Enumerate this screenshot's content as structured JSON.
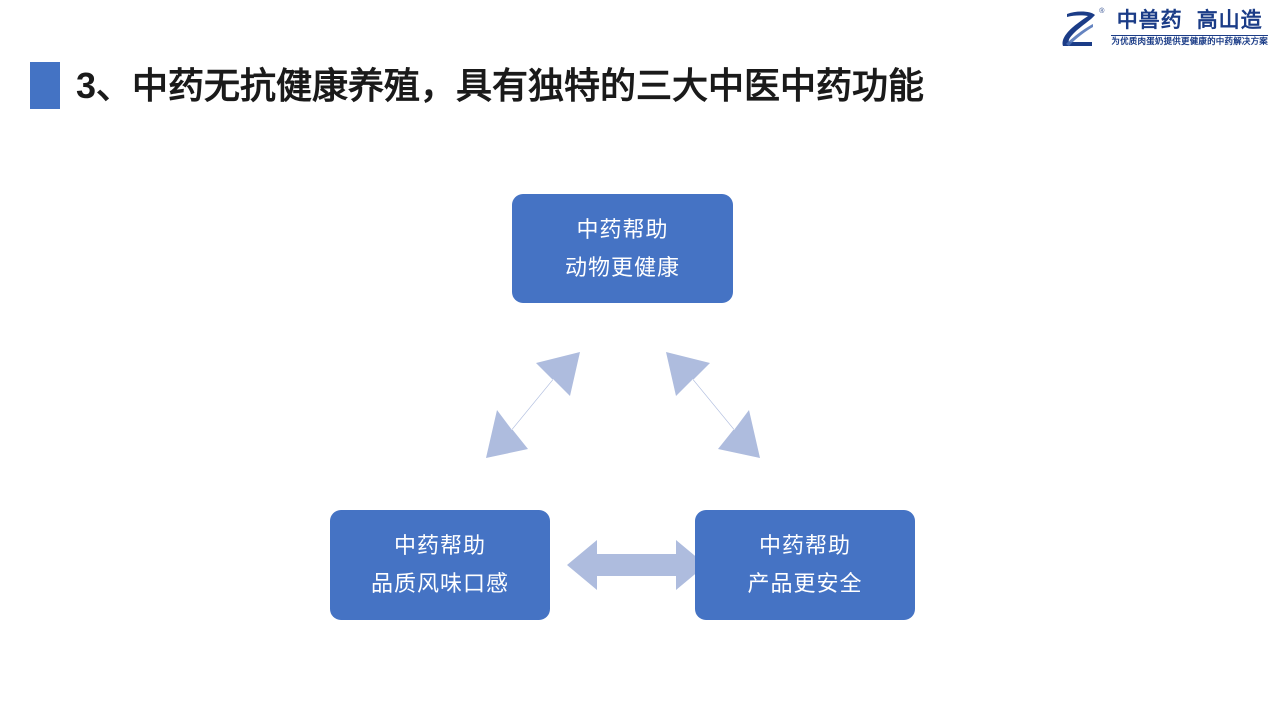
{
  "slide": {
    "background_color": "#ffffff",
    "accent_color": "#4473c4",
    "node_color": "#4573c4",
    "arrow_color": "#aebcde",
    "title_color": "#1a1a1a",
    "brand_color": "#1b3c87"
  },
  "brand": {
    "name_part1": "中兽药",
    "name_part2": "高山造",
    "tagline": "为优质肉蛋奶提供更健康的中药解决方案",
    "registered_mark": "®",
    "logo_icon": "brand-logo-icon"
  },
  "title": {
    "number": "3、",
    "text": "3、中药无抗健康养殖，具有独特的三大中医中药功能"
  },
  "diagram": {
    "type": "cycle",
    "nodes": [
      {
        "id": "top",
        "line1": "中药帮助",
        "line2": "动物更健康"
      },
      {
        "id": "left",
        "line1": "中药帮助",
        "line2": "品质风味口感"
      },
      {
        "id": "right",
        "line1": "中药帮助",
        "line2": "产品更安全"
      }
    ],
    "connectors": [
      {
        "id": "left-top",
        "from": "left",
        "to": "top",
        "style": "double-arrow-diagonal"
      },
      {
        "id": "top-right",
        "from": "top",
        "to": "right",
        "style": "double-arrow-diagonal"
      },
      {
        "id": "left-right",
        "from": "left",
        "to": "right",
        "style": "double-arrow-horizontal"
      }
    ]
  }
}
